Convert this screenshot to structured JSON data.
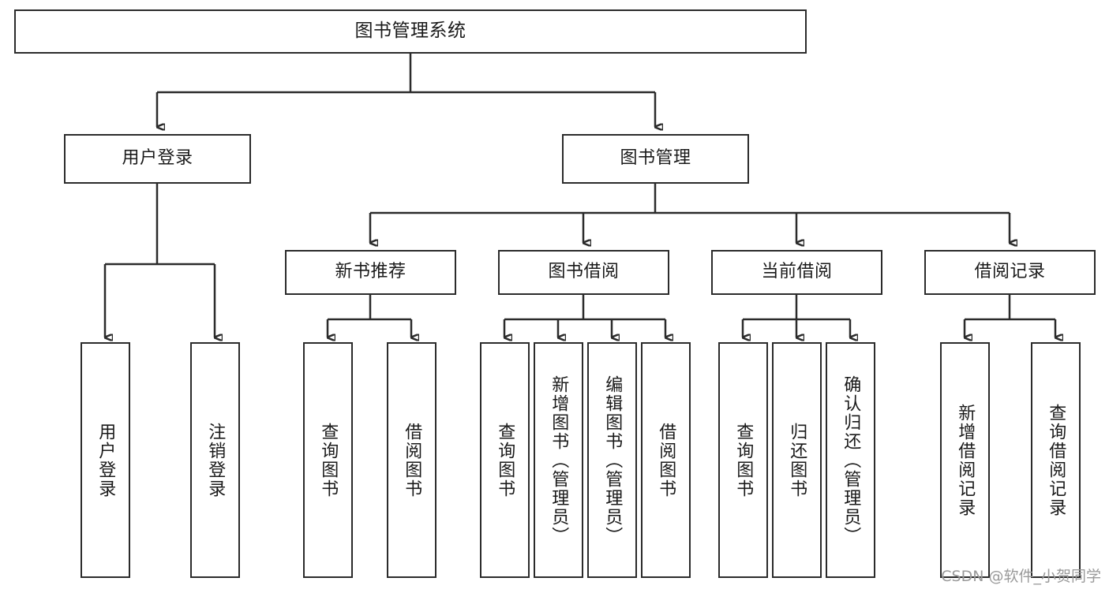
{
  "diagram": {
    "title": "图书管理系统",
    "type": "tree-hierarchy-diagram",
    "colors": {
      "stroke": "#2b2b2b",
      "fill": "#ffffff",
      "text": "#1a1a1a",
      "watermark": "#9a9a9a"
    },
    "root": {
      "label": "图书管理系统"
    },
    "level1": [
      {
        "label": "用户登录"
      },
      {
        "label": "图书管理"
      }
    ],
    "level2": [
      {
        "label": "新书推荐"
      },
      {
        "label": "图书借阅"
      },
      {
        "label": "当前借阅"
      },
      {
        "label": "借阅记录"
      }
    ],
    "leaves": {
      "user_login": [
        {
          "label": "用户登录"
        },
        {
          "label": "注销登录"
        }
      ],
      "new_book_recommend": [
        {
          "label": "查询图书"
        },
        {
          "label": "借阅图书"
        }
      ],
      "book_borrow": [
        {
          "label": "查询图书"
        },
        {
          "label": "新增图书（管理员）"
        },
        {
          "label": "编辑图书（管理员）"
        },
        {
          "label": "借阅图书"
        }
      ],
      "current_borrow": [
        {
          "label": "查询图书"
        },
        {
          "label": "归还图书"
        },
        {
          "label": "确认归还（管理员）"
        }
      ],
      "borrow_record": [
        {
          "label": "新增借阅记录"
        },
        {
          "label": "查询借阅记录"
        }
      ]
    }
  },
  "watermark": {
    "text": "CSDN @软件_小贺同学"
  }
}
